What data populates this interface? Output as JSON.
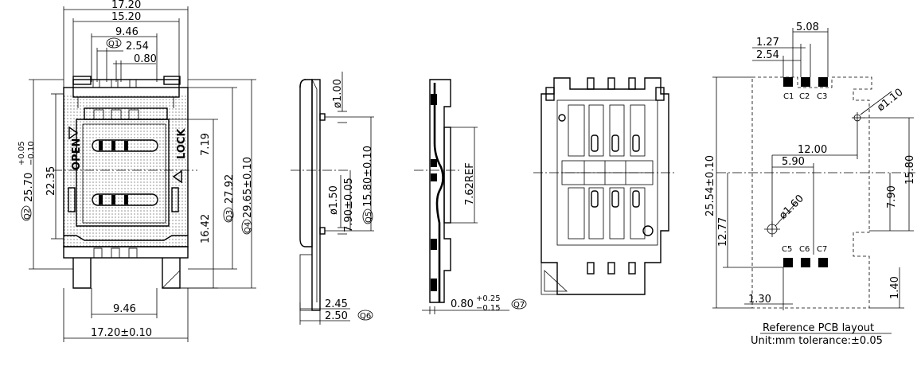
{
  "front_view": {
    "dim_top_17_20": "17.20",
    "dim_15_20": "15.20",
    "dim_9_46_top": "9.46",
    "q1": "Q1",
    "dim_2_54": "2.54",
    "dim_0_80": "0.80",
    "q2": "Q2",
    "dim_25_70": "25.70",
    "tol_plus_0_05": "+0.05",
    "tol_minus_0_10": "−0.10",
    "dim_22_35": "22.35",
    "label_open": "OPEN",
    "label_lock": "LOCK",
    "dim_7_19": "7.19",
    "dim_16_42": "16.42",
    "q3": "Q3",
    "dim_27_92": "27.92",
    "q4": "Q4",
    "dim_29_65": "29.65±0.10",
    "dim_9_46_bottom": "9.46",
    "dim_bottom_17_20": "17.20±0.10"
  },
  "side_view": {
    "dim_1_00": "ø1.00",
    "dim_1_50": "ø1.50",
    "dim_7_90": "7.90±0.05",
    "q5": "Q5",
    "dim_15_80": "15.80±0.10",
    "dim_2_45": "2.45",
    "dim_2_50": "2.50",
    "q6": "Q6"
  },
  "section_view": {
    "dim_7_62": "7.62REF",
    "dim_0_80": "0.80",
    "tol_plus_0_25": "+0.25",
    "tol_minus_0_15": "−0.15",
    "q7": "Q7"
  },
  "pcb_layout": {
    "dim_5_08": "5.08",
    "dim_1_27": "1.27",
    "dim_2_54": "2.54",
    "c1": "C1",
    "c2": "C2",
    "c3": "C3",
    "dim_1_10": "ø1.10",
    "dim_12_00": "12.00",
    "dim_5_90": "5.90",
    "dim_25_54": "25.54±0.10",
    "dim_15_80": "15.80",
    "dim_1_60": "ø1.60",
    "dim_7_90": "7.90",
    "dim_12_77": "12.77",
    "c5": "C5",
    "c6": "C6",
    "c7": "C7",
    "dim_1_30": "1.30",
    "dim_1_40": "1.40",
    "title": "Reference PCB layout",
    "unit_note": "Unit:mm  tolerance:±0.05"
  }
}
